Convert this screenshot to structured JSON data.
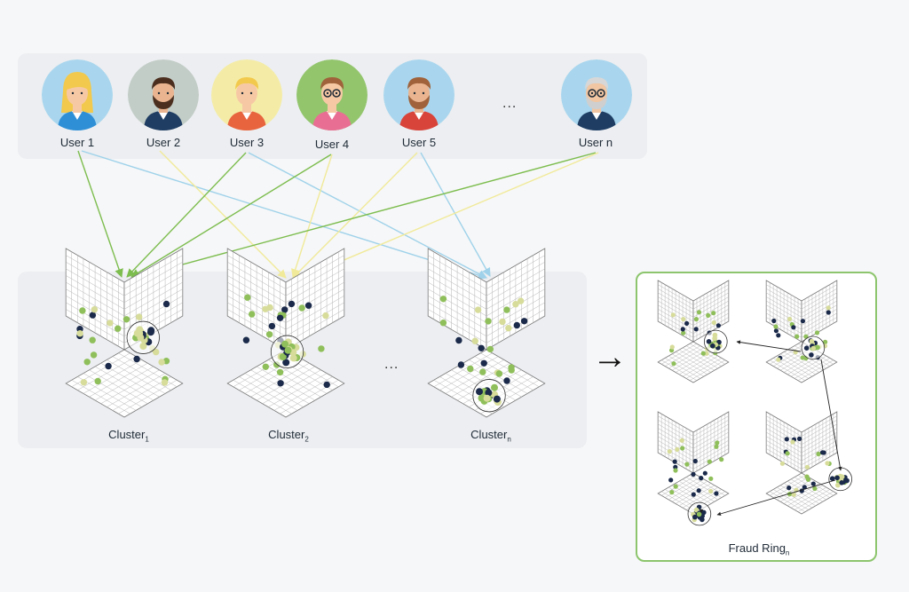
{
  "users": [
    {
      "label": "User 1",
      "bg": "#a9d6ee",
      "hair": "#f2c94c",
      "skin": "#f6c9a4",
      "shirt": "#2f8fd6",
      "style": "long"
    },
    {
      "label": "User 2",
      "bg": "#c3cdc7",
      "hair": "#4b2e1e",
      "skin": "#e9b48f",
      "shirt": "#1f3d63",
      "style": "beard"
    },
    {
      "label": "User 3",
      "bg": "#f4eca6",
      "hair": "#f2c94c",
      "skin": "#f6c9a4",
      "shirt": "#e8643f",
      "style": "short"
    },
    {
      "label": "User 4",
      "bg": "#93c56d",
      "hair": "#a0623a",
      "skin": "#f6c9a4",
      "shirt": "#e86f93",
      "style": "glasses"
    },
    {
      "label": "User 5",
      "bg": "#a9d6ee",
      "hair": "#a0623a",
      "skin": "#e9b48f",
      "shirt": "#d9443a",
      "style": "beard"
    },
    {
      "label": "User n",
      "bg": "#a9d6ee",
      "hair": "#d7d7d7",
      "skin": "#f1c6a2",
      "shirt": "#1f3d63",
      "style": "old"
    }
  ],
  "users_ellipsis": "...",
  "clusters": [
    {
      "label": "Cluster",
      "sub": "1"
    },
    {
      "label": "Cluster",
      "sub": "2"
    },
    {
      "label": "Cluster",
      "sub": "n"
    }
  ],
  "clusters_ellipsis": "...",
  "arrow_symbol": "→",
  "fraud_ring": {
    "label": "Fraud Ring",
    "sub": "n"
  },
  "colors": {
    "green_edge": "#7dbd4f",
    "yellow_edge": "#f1ea9a",
    "blue_edge": "#9fd2ea",
    "panel_border": "#8cc56d",
    "point_dark": "#1b2a4a",
    "point_green": "#8fbf5a",
    "point_pale": "#d7dc9a"
  },
  "icons": [
    "user-avatar-icon",
    "cluster-cube-icon",
    "right-arrow-icon"
  ]
}
